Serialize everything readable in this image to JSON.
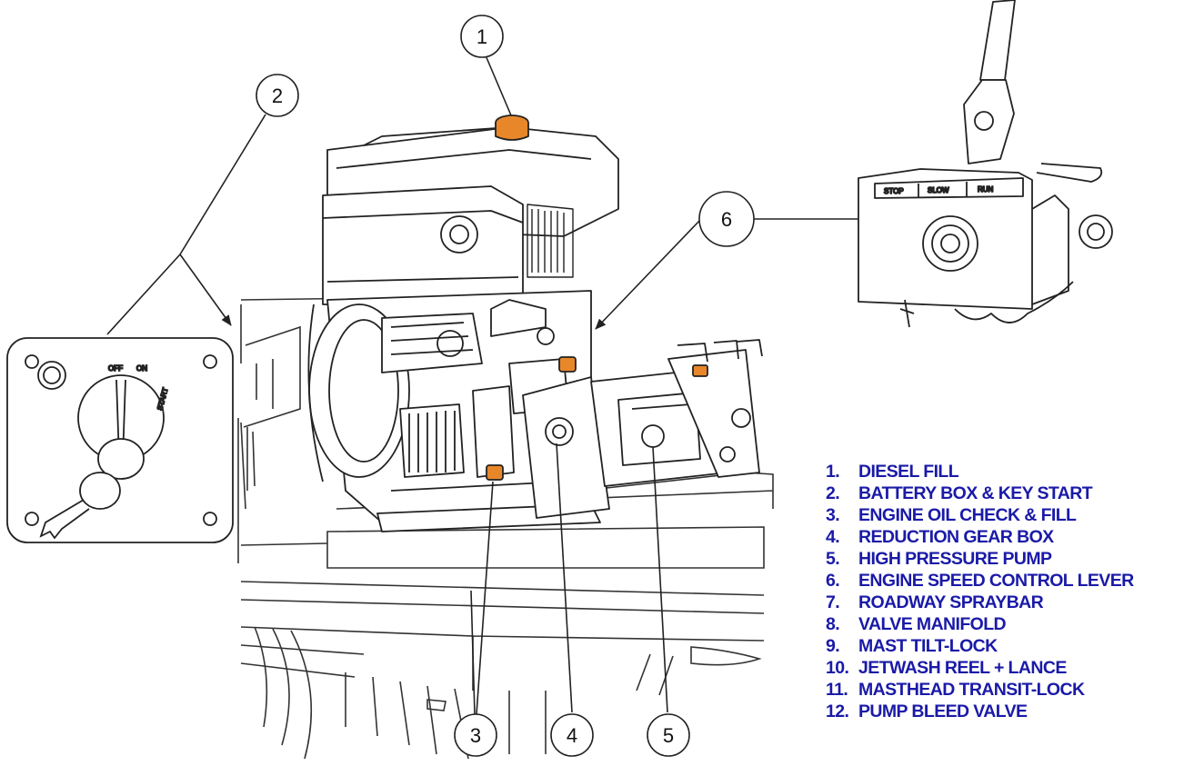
{
  "callouts": [
    {
      "number": "1"
    },
    {
      "number": "2"
    },
    {
      "number": "3"
    },
    {
      "number": "4"
    },
    {
      "number": "5"
    },
    {
      "number": "6"
    }
  ],
  "key_switch": {
    "positions": [
      "OFF",
      "ON",
      "START"
    ]
  },
  "speed_lever": {
    "positions": [
      "STOP",
      "SLOW",
      "RUN"
    ]
  },
  "legend": [
    {
      "num": "1.",
      "label": "DIESEL FILL"
    },
    {
      "num": "2.",
      "label": "BATTERY BOX & KEY START"
    },
    {
      "num": "3.",
      "label": "ENGINE OIL CHECK & FILL"
    },
    {
      "num": "4.",
      "label": "REDUCTION GEAR BOX"
    },
    {
      "num": "5.",
      "label": "HIGH PRESSURE PUMP"
    },
    {
      "num": "6.",
      "label": "ENGINE SPEED CONTROL LEVER"
    },
    {
      "num": "7.",
      "label": "ROADWAY SPRAYBAR"
    },
    {
      "num": "8.",
      "label": "VALVE MANIFOLD"
    },
    {
      "num": "9.",
      "label": "MAST TILT-LOCK"
    },
    {
      "num": "10.",
      "label": "JETWASH REEL + LANCE"
    },
    {
      "num": "11.",
      "label": "MASTHEAD TRANSIT-LOCK"
    },
    {
      "num": "12.",
      "label": "PUMP BLEED VALVE"
    }
  ],
  "colors": {
    "legend_text": "#1a1aa8",
    "fill_cap": "#e8872a",
    "line": "#222222"
  }
}
